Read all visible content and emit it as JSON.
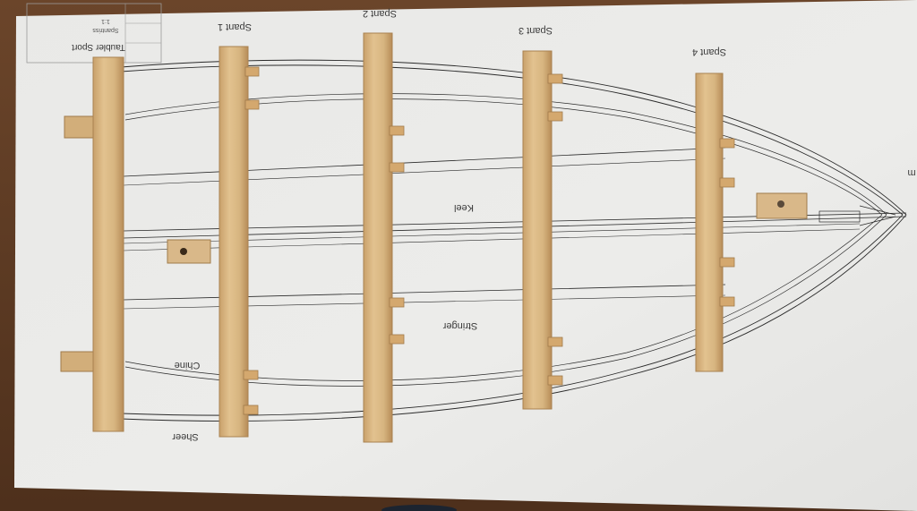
{
  "photo": {
    "subject": "Scale boat plan with wooden frames",
    "plan_labels": {
      "spant1": "Spant 1",
      "spant2": "Spant 2",
      "spant3": "Spant 3",
      "spant4": "Spant 4",
      "keel": "Keel",
      "stringer": "Stringer",
      "chine": "Chine",
      "sheer": "Sheer",
      "stem_fragment": "m"
    },
    "title_block": {
      "title": "Taubler Sport",
      "line1": "Spantriss",
      "line2": "1:1"
    },
    "colors": {
      "floor": "#5a3a24",
      "paper": "#ebebe9",
      "wood": "#d9b98a",
      "wood_dark": "#b98f5c",
      "line": "#2a2a2a"
    }
  }
}
